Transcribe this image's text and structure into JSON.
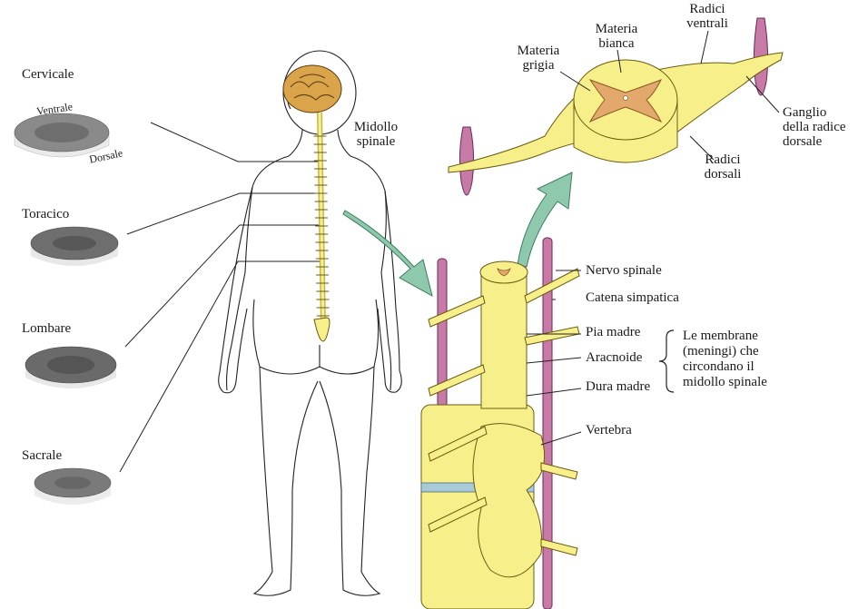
{
  "sections": {
    "cervical": {
      "title": "Cervicale",
      "ventral": "Ventrale",
      "dorsal": "Dorsale"
    },
    "thoracic": {
      "title": "Toracico"
    },
    "lumbar": {
      "title": "Lombare"
    },
    "sacral": {
      "title": "Sacrale"
    }
  },
  "body": {
    "spinal_cord_label": [
      "Midollo",
      "spinale"
    ]
  },
  "cross_section": {
    "gray_matter": [
      "Materia",
      "grigia"
    ],
    "white_matter": [
      "Materia",
      "bianca"
    ],
    "ventral_roots": [
      "Radici",
      "ventrali"
    ],
    "dorsal_root_ganglion": [
      "Ganglio",
      "della radice",
      "dorsale"
    ],
    "dorsal_roots": [
      "Radici",
      "dorsali"
    ]
  },
  "column": {
    "spinal_nerve": "Nervo spinale",
    "sympathetic_chain": "Catena simpatica",
    "pia_mater": "Pia madre",
    "arachnoid": "Aracnoide",
    "dura_mater": "Dura madre",
    "vertebra": "Vertebra",
    "meninges_note": [
      "Le membrane",
      "(meningi) che",
      "circondano il",
      "midollo spinale"
    ]
  },
  "colors": {
    "nerve_yellow": "#f7f08a",
    "gray_matter": "#e3a86b",
    "sympathetic": "#c77aa5",
    "arrow_teal": "#8fc9ad",
    "brain": "#d9a44a",
    "dura_orange": "#f0b25a"
  }
}
